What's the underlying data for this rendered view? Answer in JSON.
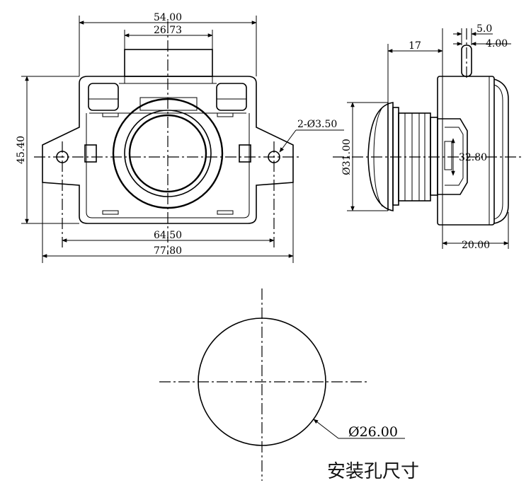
{
  "front_view": {
    "dim_width_top": "54.00",
    "dim_button": "26.73",
    "dim_height": "45.40",
    "dim_holes": "2-Ø3.50",
    "dim_hole_spacing": "64.50",
    "dim_overall_width": "77.80"
  },
  "side_view": {
    "dim_5": "5.0",
    "dim_4": "4.00",
    "dim_17": "17",
    "dim_head_dia": "Ø31.00",
    "dim_thread": "32.80",
    "dim_body_len": "20.00"
  },
  "cutout": {
    "dim_hole_dia": "Ø26.00",
    "caption": "安装孔尺寸"
  }
}
